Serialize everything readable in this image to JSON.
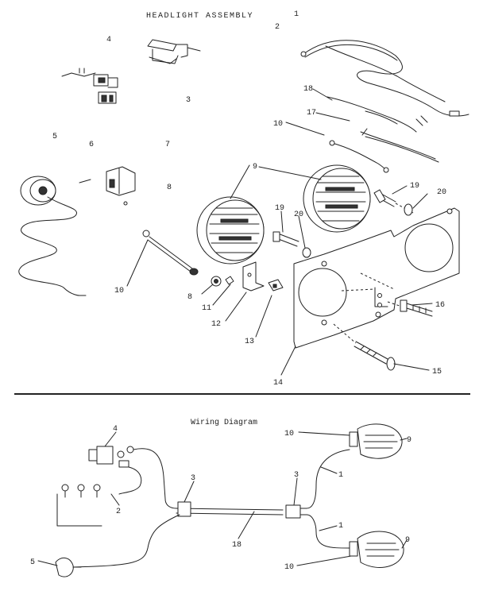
{
  "title": "HEADLIGHT ASSEMBLY",
  "wiring_title": "Wiring Diagram",
  "callouts": {
    "c1": "1",
    "c2": "2",
    "c3": "3",
    "c4": "4",
    "c5": "5",
    "c6": "6",
    "c7": "7",
    "c8a": "8",
    "c8b": "8",
    "c9": "9",
    "c10a": "10",
    "c10b": "10",
    "c11": "11",
    "c12": "12",
    "c13": "13",
    "c14": "14",
    "c15": "15",
    "c16": "16",
    "c17": "17",
    "c18": "18",
    "c19a": "19",
    "c19b": "19",
    "c20a": "20",
    "c20b": "20"
  },
  "wiring_callouts": {
    "w4": "4",
    "w2": "2",
    "w3a": "3",
    "w3b": "3",
    "w18": "18",
    "w5": "5",
    "w10a": "10",
    "w10b": "10",
    "w9a": "9",
    "w9b": "9",
    "w1a": "1",
    "w1b": "1"
  }
}
